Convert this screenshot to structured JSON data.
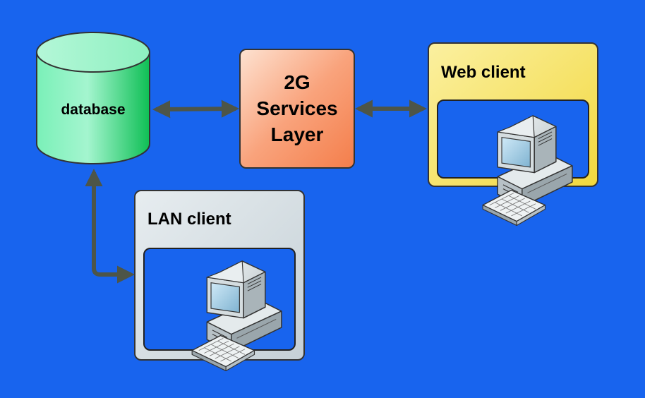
{
  "diagram": {
    "database": {
      "label": "database"
    },
    "services": {
      "line1": "2G",
      "line2": "Services",
      "line3": "Layer"
    },
    "web_client": {
      "label": "Web client"
    },
    "lan_client": {
      "label": "LAN client"
    }
  },
  "colors": {
    "background": "#1864ee",
    "database_fill": "#1ed07a",
    "services_fill": "#f7956a",
    "web_client_fill": "#f5dd52",
    "lan_client_fill": "#d4dde2",
    "connector": "#4d5548"
  },
  "icons": [
    "computer-icon",
    "keyboard-icon"
  ]
}
